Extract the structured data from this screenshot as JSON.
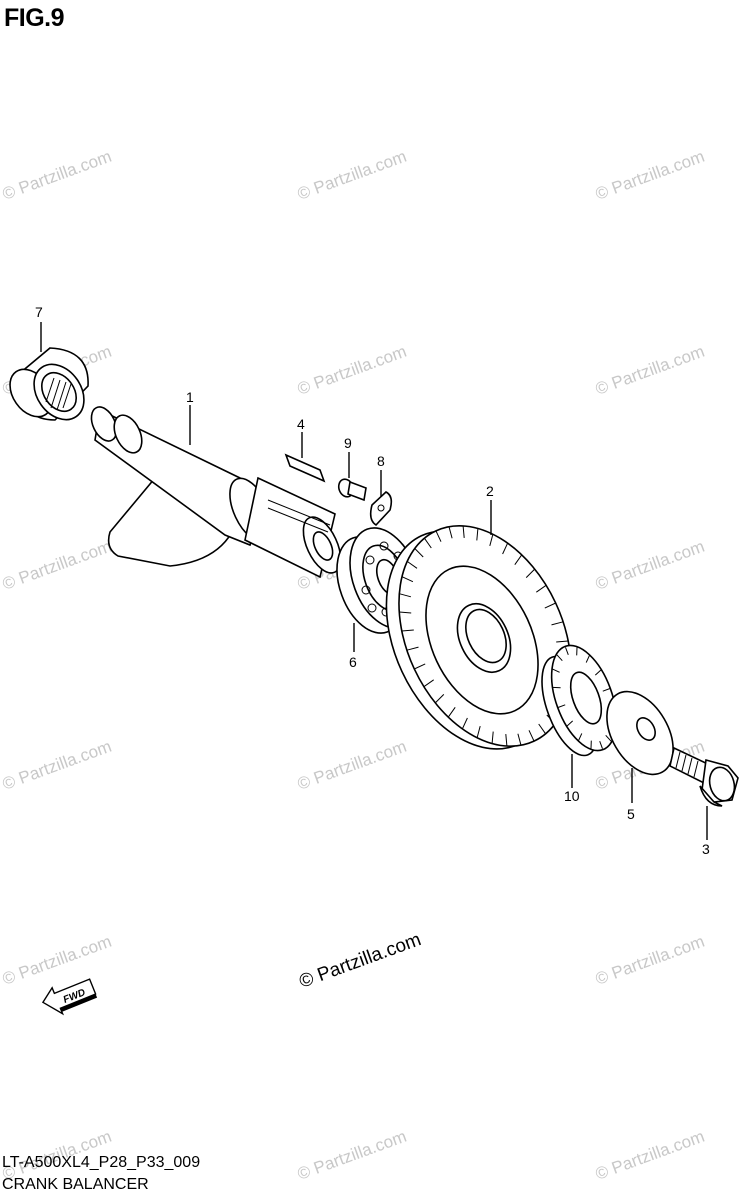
{
  "figure": {
    "title": "FIG.9",
    "code": "LT-A500XL4_P28_P33_009",
    "name": "CRANK BALANCER",
    "watermark": "© Partzilla.com",
    "fwd_label": "FWD"
  },
  "callouts": {
    "c1": "1",
    "c2": "2",
    "c3": "3",
    "c4": "4",
    "c5": "5",
    "c6": "6",
    "c7": "7",
    "c8": "8",
    "c9": "9",
    "c10": "10"
  }
}
